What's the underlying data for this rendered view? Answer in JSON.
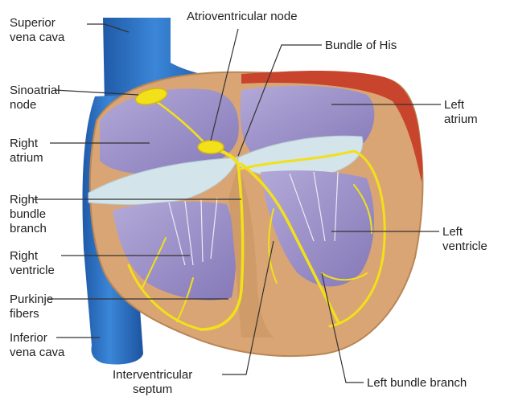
{
  "labels": {
    "superior_vena_cava": [
      "Superior",
      "vena cava"
    ],
    "sinoatrial_node": [
      "Sinoatrial",
      "node"
    ],
    "right_atrium": [
      "Right",
      "atrium"
    ],
    "right_bundle_branch": [
      "Right",
      "bundle",
      "branch"
    ],
    "right_ventricle": [
      "Right",
      "ventricle"
    ],
    "purkinje_fibers": [
      "Purkinje",
      "fibers"
    ],
    "inferior_vena_cava": [
      "Inferior",
      "vena cava"
    ],
    "atrioventricular_node": [
      "Atrioventricular node"
    ],
    "bundle_of_his": [
      "Bundle of His"
    ],
    "left_atrium": [
      "Left",
      "atrium"
    ],
    "left_ventricle": [
      "Left",
      "ventricle"
    ],
    "interventricular_septum": [
      "Interventricular",
      "septum"
    ],
    "left_bundle_branch": [
      "Left bundle branch"
    ]
  },
  "colors": {
    "vena_cava": "#2a6fc2",
    "conduction_pathway": "#f2e01a",
    "heart_wall": "#d9a574",
    "chamber": "#9d92c9",
    "valve": "#d3e4ea",
    "epicardium_edge": "#c8442c",
    "leader_line": "#333333"
  }
}
